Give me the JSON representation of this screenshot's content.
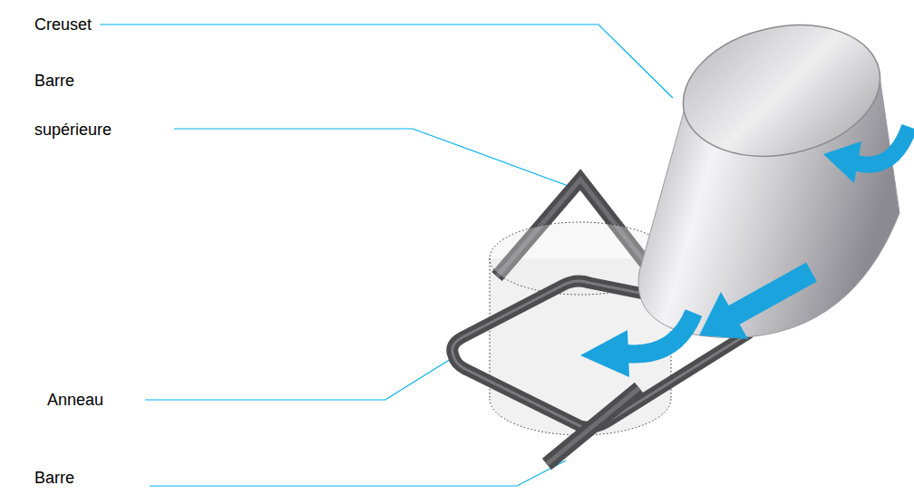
{
  "diagram": {
    "labels": [
      "Creuset",
      "Barre supérieure",
      "Anneau",
      "Barre"
    ]
  }
}
